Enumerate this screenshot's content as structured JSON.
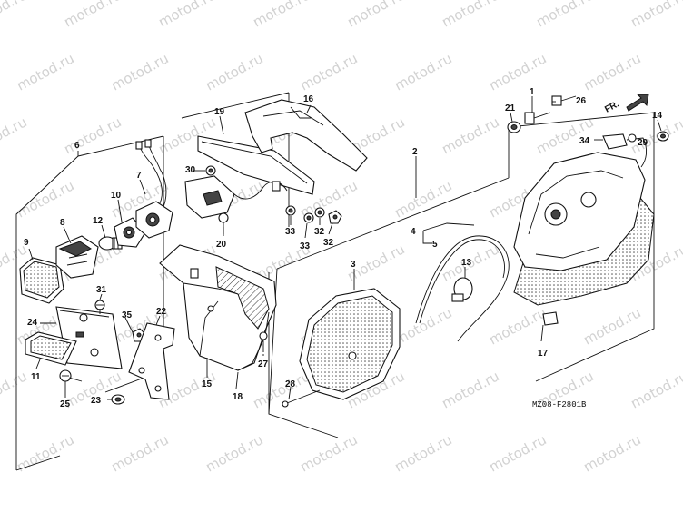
{
  "diagram": {
    "watermark_text": "motod.ru",
    "diagram_code": "MZ08-F2801B",
    "direction_label": "FR.",
    "part_labels": {
      "l1": "1",
      "l2": "2",
      "l3": "3",
      "l4": "4",
      "l5": "5",
      "l6": "6",
      "l7": "7",
      "l8": "8",
      "l9": "9",
      "l10": "10",
      "l11": "11",
      "l12": "12",
      "l13": "13",
      "l14": "14",
      "l15": "15",
      "l16": "16",
      "l17": "17",
      "l18": "18",
      "l19": "19",
      "l20": "20",
      "l21": "21",
      "l22": "22",
      "l23": "23",
      "l24": "24",
      "l25": "25",
      "l26": "26",
      "l27": "27",
      "l28": "28",
      "l29": "29",
      "l30": "30",
      "l31": "31",
      "l32a": "32",
      "l32b": "32",
      "l33a": "33",
      "l33b": "33",
      "l34": "34",
      "l35": "35"
    }
  }
}
